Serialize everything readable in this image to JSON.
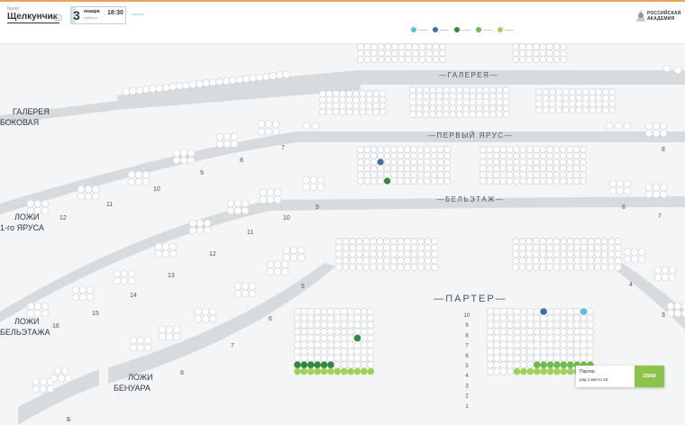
{
  "header": {
    "ticket_label": "Билет",
    "show_title": "Щелкунчик",
    "age_badge": "6+",
    "date": {
      "day": "3",
      "month": "января",
      "weekday": "суббота",
      "time": "18:30"
    },
    "logo_text": "РОССИЙСКАЯ АКАДЕМИЯ"
  },
  "legend": {
    "items": [
      {
        "color": "#5bbfd6"
      },
      {
        "color": "#3d6fa5"
      },
      {
        "color": "#2e8b3e"
      },
      {
        "color": "#6dbb4a"
      },
      {
        "color": "#9fd25a"
      }
    ]
  },
  "hall": {
    "galereya": "—ГАЛЕРЕЯ—",
    "perviy_yarus": "—ПЕРВЫЙ ЯРУС—",
    "beletazh": "—БЕЛЬЭТАЖ—",
    "parter": "—ПАРТЕР—",
    "galereya_bokovaya_1": "ГАЛЕРЕЯ",
    "galereya_bokovaya_2": "БОКОВАЯ",
    "lozhi_1_yarus_1": "ЛОЖИ",
    "lozhi_1_yarus_2": "1-го ЯРУСА",
    "lozhi_beletazh_1": "ЛОЖИ",
    "lozhi_beletazh_2": "БЕЛЬЭТАЖА",
    "lozhi_benuar_1": "ЛОЖИ",
    "lozhi_benuar_2": "БЕНУАРА",
    "row_numbers": [
      "10",
      "9",
      "8",
      "7",
      "6",
      "5",
      "4",
      "3",
      "2",
      "1"
    ],
    "box_numbers": {
      "tier1": [
        "12",
        "11",
        "10",
        "9",
        "8",
        "7"
      ],
      "beletazh_left": [
        "16",
        "15",
        "14",
        "13",
        "12",
        "11",
        "10",
        "9"
      ],
      "benuar": [
        "8",
        "7",
        "6",
        "5"
      ],
      "tier1_right": [
        "8"
      ],
      "beletazh_right": [
        "8",
        "7"
      ],
      "benuar_right": [
        "4",
        "3"
      ],
      "bottom": [
        "Б"
      ]
    }
  },
  "tooltip": {
    "section": "Партер",
    "seat": "ряд 1 место 16",
    "price": "1500₽"
  }
}
